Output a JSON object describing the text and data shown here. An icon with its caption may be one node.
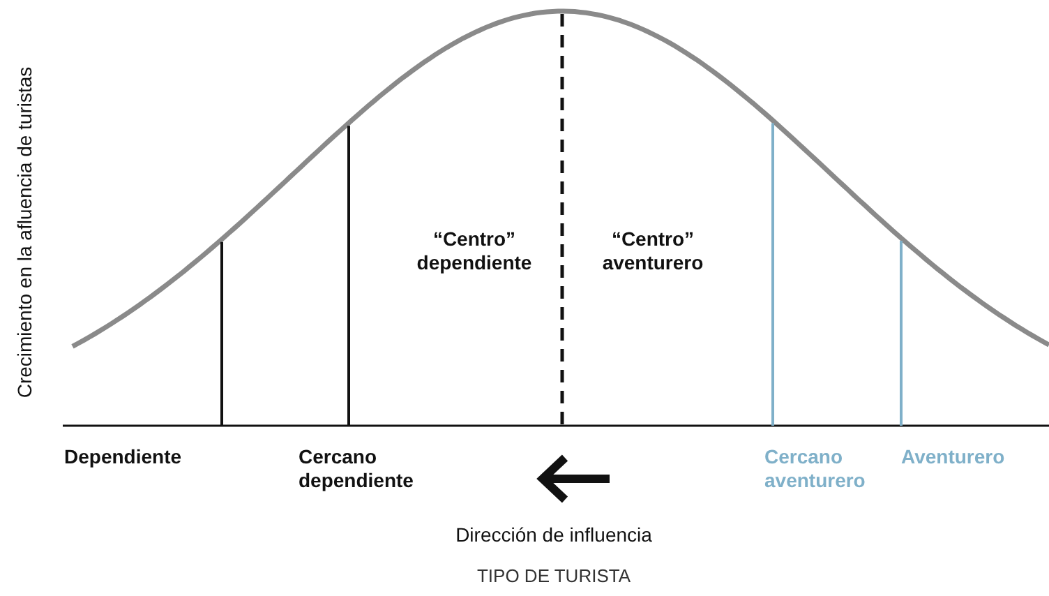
{
  "diagram": {
    "labels": [
      "Crecimiento en la afluencia de turistas",
      "“Centro” dependiente",
      "“Centro” aventurero",
      "Dependiente",
      "Cercano dependiente",
      "Cercano aventurero",
      "Aventurero",
      "Dirección de influencia",
      "TIPO DE TURISTA"
    ]
  }
}
